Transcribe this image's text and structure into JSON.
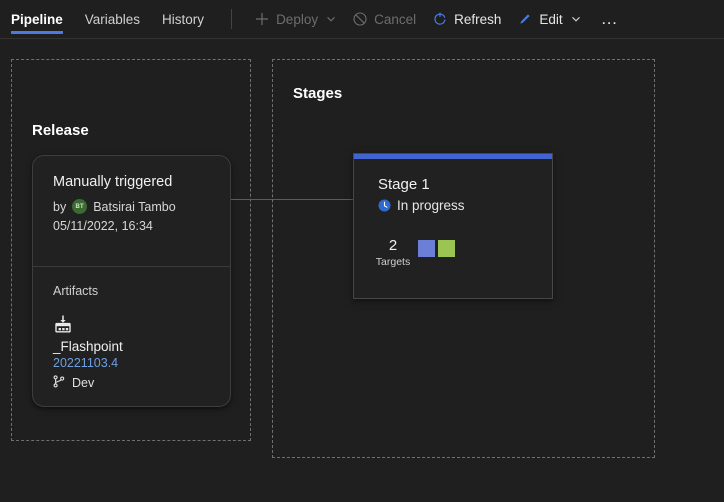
{
  "toolbar": {
    "tabs": [
      {
        "label": "Pipeline",
        "active": true
      },
      {
        "label": "Variables",
        "active": false
      },
      {
        "label": "History",
        "active": false
      }
    ],
    "actions": [
      {
        "label": "Deploy",
        "icon": "plus-icon",
        "disabled": true,
        "has_chevron": true
      },
      {
        "label": "Cancel",
        "icon": "cancel-icon",
        "disabled": true,
        "has_chevron": false
      },
      {
        "label": "Refresh",
        "icon": "refresh-icon",
        "disabled": false,
        "has_chevron": false
      },
      {
        "label": "Edit",
        "icon": "edit-pencil-icon",
        "disabled": false,
        "has_chevron": true
      }
    ],
    "more_label": "…"
  },
  "release_panel": {
    "title": "Release",
    "card": {
      "title": "Manually triggered",
      "by_prefix": "by",
      "author_initials": "BT",
      "author_name": "Batsirai Tambo",
      "timestamp": "05/11/2022, 16:34",
      "artifacts_label": "Artifacts",
      "artifact_icon": "build-artifact-icon",
      "artifact_name": "_Flashpoint",
      "artifact_version": "20221103.4",
      "branch_icon": "git-branch-icon",
      "branch_name": "Dev"
    }
  },
  "stages_panel": {
    "title": "Stages",
    "stage": {
      "name": "Stage 1",
      "status_icon": "in-progress-icon",
      "status": "In progress",
      "targets_count": "2",
      "targets_label": "Targets",
      "target_colors": [
        "#6b7fd7",
        "#9bc453"
      ],
      "accent_color": "#4264d0"
    }
  },
  "colors": {
    "background": "#1f1f1f",
    "accent": "#4a7ae0",
    "link": "#6e9fe0",
    "panel_border": "#6f6f6f"
  }
}
